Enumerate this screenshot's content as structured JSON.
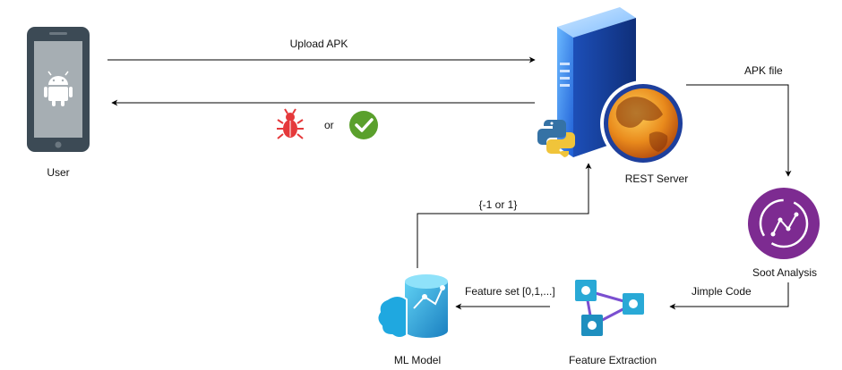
{
  "nodes": {
    "user": {
      "label": "User",
      "icon": "android-phone-icon"
    },
    "server": {
      "label": "REST Server",
      "icon": "server-icon"
    },
    "soot": {
      "label": "Soot Analysis",
      "icon": "soot-analysis-icon"
    },
    "feature_extraction": {
      "label": "Feature Extraction",
      "icon": "feature-extraction-icon"
    },
    "ml_model": {
      "label": "ML Model",
      "icon": "ml-model-icon"
    }
  },
  "edges": {
    "upload": {
      "label": "Upload APK"
    },
    "apk_file": {
      "label": "APK file"
    },
    "jimple": {
      "label": "Jimple Code"
    },
    "feature_set": {
      "label": "Feature set [0,1,...]"
    },
    "prediction": {
      "label": "{-1 or 1}"
    },
    "result": {
      "malware_icon": "bug-icon",
      "separator": "or",
      "benign_icon": "check-icon"
    }
  },
  "colors": {
    "arrow": "#000000",
    "bug": "#e5393b",
    "check": "#5aa02c",
    "soot": "#7d2b91",
    "phone": "#3c4a55",
    "server": "#3b82f6",
    "azure": "#29a9d6"
  }
}
